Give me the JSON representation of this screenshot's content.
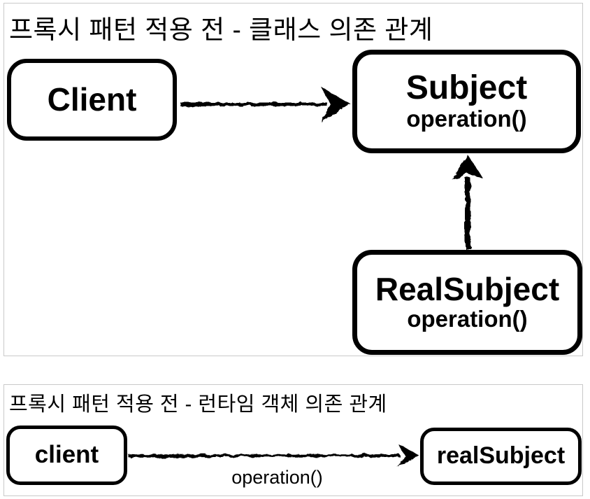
{
  "colors": {
    "ink": "#000000",
    "panel_border": "#c9c9c9",
    "background": "#ffffff"
  },
  "panels": [
    {
      "title": "프록시 패턴 적용 전 - 클래스 의존 관계",
      "nodes": [
        {
          "id": "client",
          "label": "Client"
        },
        {
          "id": "subject",
          "label": "Subject",
          "method": "operation()"
        },
        {
          "id": "real-subject",
          "label": "RealSubject",
          "method": "operation()"
        }
      ],
      "edges": [
        {
          "from": "Client",
          "to": "Subject"
        },
        {
          "from": "RealSubject",
          "to": "Subject"
        }
      ]
    },
    {
      "title": "프록시 패턴 적용 전 - 런타임 객체 의존 관계",
      "nodes": [
        {
          "id": "client",
          "label": "client"
        },
        {
          "id": "real-subject",
          "label": "realSubject"
        }
      ],
      "edges": [
        {
          "from": "client",
          "to": "realSubject",
          "label": "operation()"
        }
      ]
    }
  ]
}
